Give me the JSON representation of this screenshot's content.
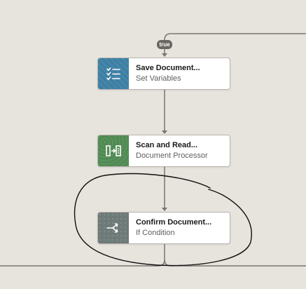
{
  "branch_badge": {
    "label": "true"
  },
  "nodes": [
    {
      "title": "Save Document...",
      "subtitle": "Set Variables",
      "icon": "checklist-icon",
      "color": "#3c7ea3"
    },
    {
      "title": "Scan and Read...",
      "subtitle": "Document Processor",
      "icon": "document-processor-icon",
      "color": "#4f8a52"
    },
    {
      "title": "Confirm Document...",
      "subtitle": "If Condition",
      "icon": "branch-icon",
      "color": "#6e7a78"
    }
  ],
  "colors": {
    "canvas": "#e7e3dd",
    "connector": "#7a7570",
    "annotation": "#111111"
  }
}
